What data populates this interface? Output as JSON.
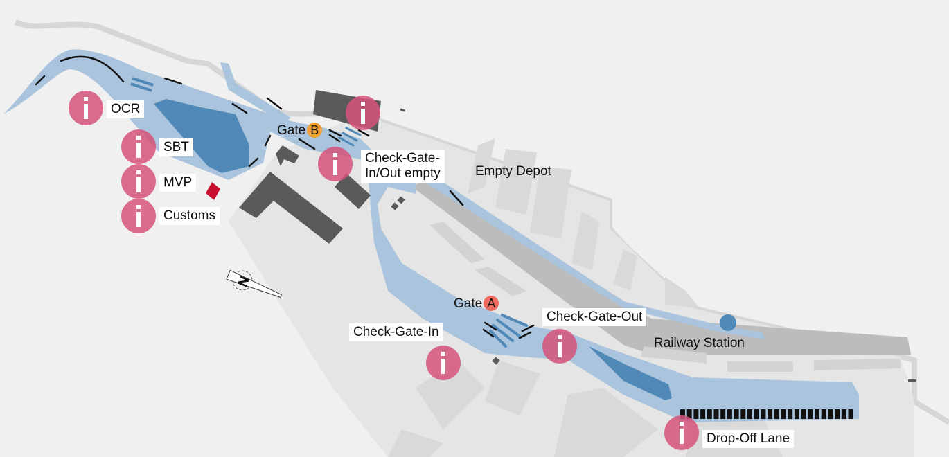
{
  "map": {
    "title": "Terminal site map",
    "colors": {
      "background": "#f0f0f0",
      "road": "#a9c4dc",
      "road_dark": "#5089b8",
      "building": "#5a5a5a",
      "rail": "#bdbdbd",
      "yard": "#e3e3e3",
      "info": "#d6547a",
      "gate_a": "#ef6a5e",
      "gate_b": "#f0a030",
      "customs_marker": "#c8102e"
    },
    "info_points": [
      {
        "id": "ocr",
        "label": "OCR",
        "icon": "info-icon"
      },
      {
        "id": "sbt",
        "label": "SBT",
        "icon": "info-icon"
      },
      {
        "id": "mvp",
        "label": "MVP",
        "icon": "info-icon"
      },
      {
        "id": "customs",
        "label": "Customs",
        "icon": "info-icon"
      },
      {
        "id": "check-gate-empty",
        "label_line1": "Check-Gate-",
        "label_line2": "In/Out empty",
        "icon": "info-icon"
      },
      {
        "id": "gate-b-top",
        "label": "",
        "icon": "info-icon"
      },
      {
        "id": "check-gate-in",
        "label": "Check-Gate-In",
        "icon": "info-icon"
      },
      {
        "id": "check-gate-out",
        "label": "Check-Gate-Out",
        "icon": "info-icon"
      },
      {
        "id": "drop-off-lane",
        "label": "Drop-Off Lane",
        "icon": "info-icon"
      }
    ],
    "info_glyph": "i",
    "gates": [
      {
        "id": "gate-a",
        "label": "Gate",
        "letter": "A"
      },
      {
        "id": "gate-b",
        "label": "Gate",
        "letter": "B"
      }
    ],
    "areas": {
      "empty_depot": "Empty Depot",
      "railway_station": "Railway Station"
    },
    "compass": {
      "icon": "compass-north-icon",
      "letter": "N"
    }
  }
}
